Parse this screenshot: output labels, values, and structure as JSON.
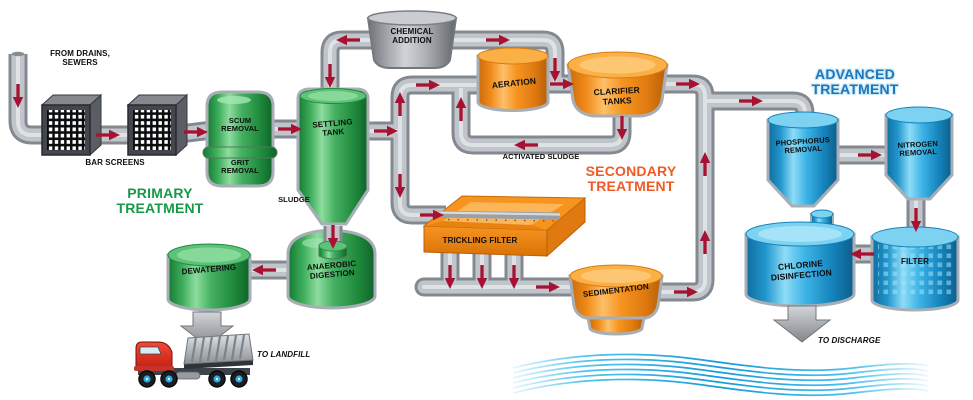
{
  "sections": {
    "primary": {
      "label": "PRIMARY\nTREATMENT",
      "color": "#18994a"
    },
    "secondary": {
      "label": "SECONDARY\nTREATMENT",
      "color": "#f15a24"
    },
    "advanced": {
      "label": "ADVANCED\nTREATMENT",
      "color": "#1d76bd"
    }
  },
  "stages": {
    "from_drains": "FROM DRAINS,\nSEWERS",
    "bar_screens": "BAR SCREENS",
    "scum_removal": "SCUM\nREMOVAL",
    "grit_removal": "GRIT\nREMOVAL",
    "settling_tank": "SETTLING\nTANK",
    "chemical_addition": "CHEMICAL\nADDITION",
    "sludge": "SLUDGE",
    "dewatering": "DEWATERING",
    "anaerobic_digestion": "ANAEROBIC\nDIGESTION",
    "to_landfill": "TO LANDFILL",
    "aeration": "AERATION",
    "clarifier_tanks": "CLARIFIER\nTANKS",
    "activated_sludge": "ACTIVATED SLUDGE",
    "trickling_filter": "TRICKLING FILTER",
    "sedimentation": "SEDIMENTATION",
    "phosphorus_removal": "PHOSPHORUS\nREMOVAL",
    "nitrogen_removal": "NITROGEN\nREMOVAL",
    "filter": "FILTER",
    "chlorine_disinfection": "CHLORINE\nDISINFECTION",
    "to_discharge": "TO DISCHARGE"
  },
  "colors": {
    "primary_tanks": "#2fa352",
    "secondary_tanks": "#f7941d",
    "advanced_tanks": "#29a8e0",
    "chemical_tank": "#a9adb2",
    "pipe": "#bfc5ca",
    "pipe_outline": "#83898f",
    "flow_arrow": "#a61332",
    "water_wave": "#29abe2"
  }
}
